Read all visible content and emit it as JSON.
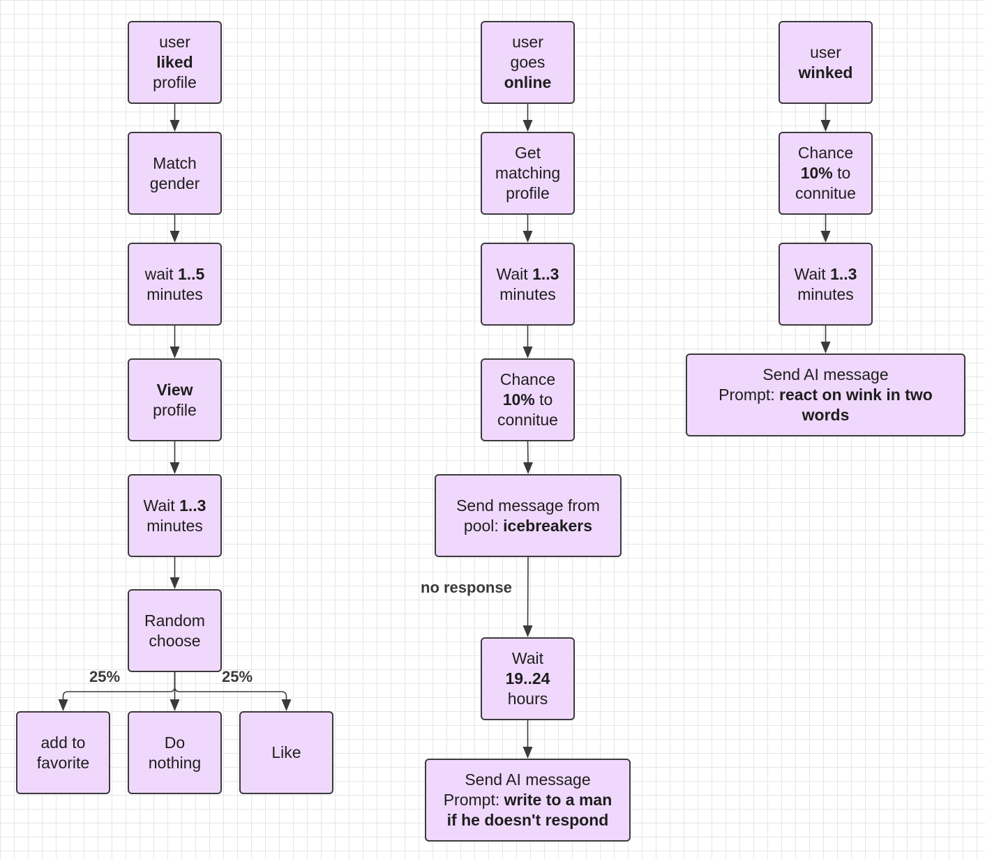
{
  "colors": {
    "node_fill": "#f0d8fc",
    "node_border": "#3a3a3a",
    "edge": "#3a3a3a",
    "grid": "#e6e6e6"
  },
  "nodes": {
    "liked_trigger": {
      "text": [
        [
          "user",
          false
        ],
        [
          "liked",
          true
        ],
        [
          "profile",
          false
        ]
      ]
    },
    "match_gender": {
      "text": [
        [
          "Match",
          false
        ],
        [
          "gender",
          false
        ]
      ]
    },
    "wait_1_5": {
      "text": [
        [
          "wait ",
          false,
          true
        ],
        [
          "1..5",
          true
        ],
        [
          "minutes",
          false
        ]
      ]
    },
    "view_profile": {
      "text": [
        [
          "View",
          true
        ],
        [
          "profile",
          false
        ]
      ]
    },
    "wait_1_3_a": {
      "text": [
        [
          "Wait ",
          false,
          true
        ],
        [
          "1..3",
          true
        ],
        [
          "minutes",
          false
        ]
      ]
    },
    "random_choose": {
      "text": [
        [
          "Random",
          false
        ],
        [
          "choose",
          false
        ]
      ]
    },
    "add_favorite": {
      "text": [
        [
          "add to",
          false
        ],
        [
          "favorite",
          false
        ]
      ]
    },
    "do_nothing": {
      "text": [
        [
          "Do",
          false
        ],
        [
          "nothing",
          false
        ]
      ]
    },
    "like": {
      "text": [
        [
          "Like",
          false
        ]
      ]
    },
    "online_trigger": {
      "text": [
        [
          "user",
          false
        ],
        [
          "goes",
          false
        ],
        [
          "online",
          true
        ]
      ]
    },
    "get_matching": {
      "text": [
        [
          "Get",
          false
        ],
        [
          "matching",
          false
        ],
        [
          "profile",
          false
        ]
      ]
    },
    "wait_1_3_b": {
      "text": [
        [
          "Wait ",
          false,
          true
        ],
        [
          "1..3",
          true
        ],
        [
          "minutes",
          false
        ]
      ]
    },
    "chance_b": {
      "text": [
        [
          "Chance",
          false
        ],
        [
          "10%",
          true,
          true
        ],
        [
          " to",
          false
        ],
        [
          "connitue",
          false
        ]
      ]
    },
    "send_pool": {
      "text": [
        [
          "Send message from",
          false
        ],
        [
          "pool: ",
          false,
          true
        ],
        [
          "icebreakers",
          true
        ]
      ]
    },
    "wait_19_24": {
      "text": [
        [
          "Wait",
          false
        ],
        [
          "19..24",
          true
        ],
        [
          "hours",
          false
        ]
      ]
    },
    "send_ai_b": {
      "text": [
        [
          "Send AI message",
          false
        ],
        [
          "Prompt: ",
          false,
          true
        ],
        [
          "write to a man",
          true
        ],
        [
          "if he doesn't respond",
          true
        ]
      ]
    },
    "winked_trigger": {
      "text": [
        [
          "user",
          false
        ],
        [
          "winked",
          true
        ]
      ]
    },
    "chance_c": {
      "text": [
        [
          "Chance",
          false
        ],
        [
          "10%",
          true,
          true
        ],
        [
          " to",
          false
        ],
        [
          "connitue",
          false
        ]
      ]
    },
    "wait_1_3_c": {
      "text": [
        [
          "Wait ",
          false,
          true
        ],
        [
          "1..3",
          true
        ],
        [
          "minutes",
          false
        ]
      ]
    },
    "send_ai_c": {
      "text": [
        [
          "Send AI message",
          false
        ],
        [
          "Prompt: ",
          false,
          true
        ],
        [
          "react on wink in two",
          true
        ],
        [
          "words",
          true
        ]
      ]
    }
  },
  "edge_labels": {
    "left_25": "25%",
    "right_25": "25%",
    "no_response": "no response"
  },
  "edges": [
    [
      "liked_trigger",
      "match_gender"
    ],
    [
      "match_gender",
      "wait_1_5"
    ],
    [
      "wait_1_5",
      "view_profile"
    ],
    [
      "view_profile",
      "wait_1_3_a"
    ],
    [
      "wait_1_3_a",
      "random_choose"
    ],
    [
      "random_choose",
      "add_favorite"
    ],
    [
      "random_choose",
      "do_nothing"
    ],
    [
      "random_choose",
      "like"
    ],
    [
      "online_trigger",
      "get_matching"
    ],
    [
      "get_matching",
      "wait_1_3_b"
    ],
    [
      "wait_1_3_b",
      "chance_b"
    ],
    [
      "chance_b",
      "send_pool"
    ],
    [
      "send_pool",
      "wait_19_24"
    ],
    [
      "wait_19_24",
      "send_ai_b"
    ],
    [
      "winked_trigger",
      "chance_c"
    ],
    [
      "chance_c",
      "wait_1_3_c"
    ],
    [
      "wait_1_3_c",
      "send_ai_c"
    ]
  ]
}
